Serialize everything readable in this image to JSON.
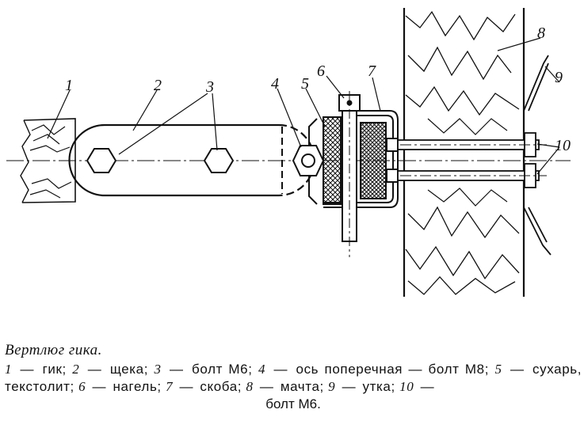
{
  "figure": {
    "callouts": [
      "1",
      "2",
      "3",
      "4",
      "5",
      "6",
      "7",
      "8",
      "9",
      "10"
    ]
  },
  "caption": {
    "title": "Вертлюг гика.",
    "legend": [
      {
        "num": "1",
        "text": "гик;"
      },
      {
        "num": "2",
        "text": "щека;"
      },
      {
        "num": "3",
        "text": "болт М6;"
      },
      {
        "num": "4",
        "text": "ось поперечная — болт М8;"
      },
      {
        "num": "5",
        "text": "сухарь, текстолит;"
      },
      {
        "num": "6",
        "text": "нагель;"
      },
      {
        "num": "7",
        "text": "скоба;"
      },
      {
        "num": "8",
        "text": "мачта;"
      },
      {
        "num": "9",
        "text": "утка;"
      },
      {
        "num": "10",
        "text": "болт М6."
      }
    ]
  }
}
